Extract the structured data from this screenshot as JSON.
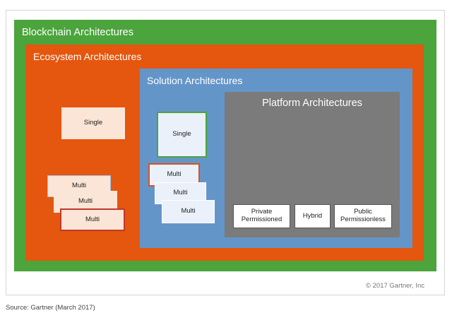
{
  "layers": {
    "blockchain": "Blockchain Architectures",
    "ecosystem": "Ecosystem Architectures",
    "solution": "Solution Architectures",
    "platform": "Platform Architectures"
  },
  "ecosystem_boxes": {
    "single": "Single",
    "multi_1": "Multi",
    "multi_2": "Multi",
    "multi_3": "Multi"
  },
  "solution_boxes": {
    "single": "Single",
    "multi_1": "Multi",
    "multi_2": "Multi",
    "multi_3": "Multi"
  },
  "platform_boxes": {
    "private_line1": "Private",
    "private_line2": "Permissioned",
    "hybrid": "Hybrid",
    "public_line1": "Public",
    "public_line2": "Permissionless"
  },
  "copyright": "© 2017 Gartner, Inc",
  "source": "Source: Gartner (March 2017)",
  "colors": {
    "blockchain": "#4ba43c",
    "ecosystem": "#e5560e",
    "solution": "#6495c9",
    "platform": "#7b7b7b"
  }
}
